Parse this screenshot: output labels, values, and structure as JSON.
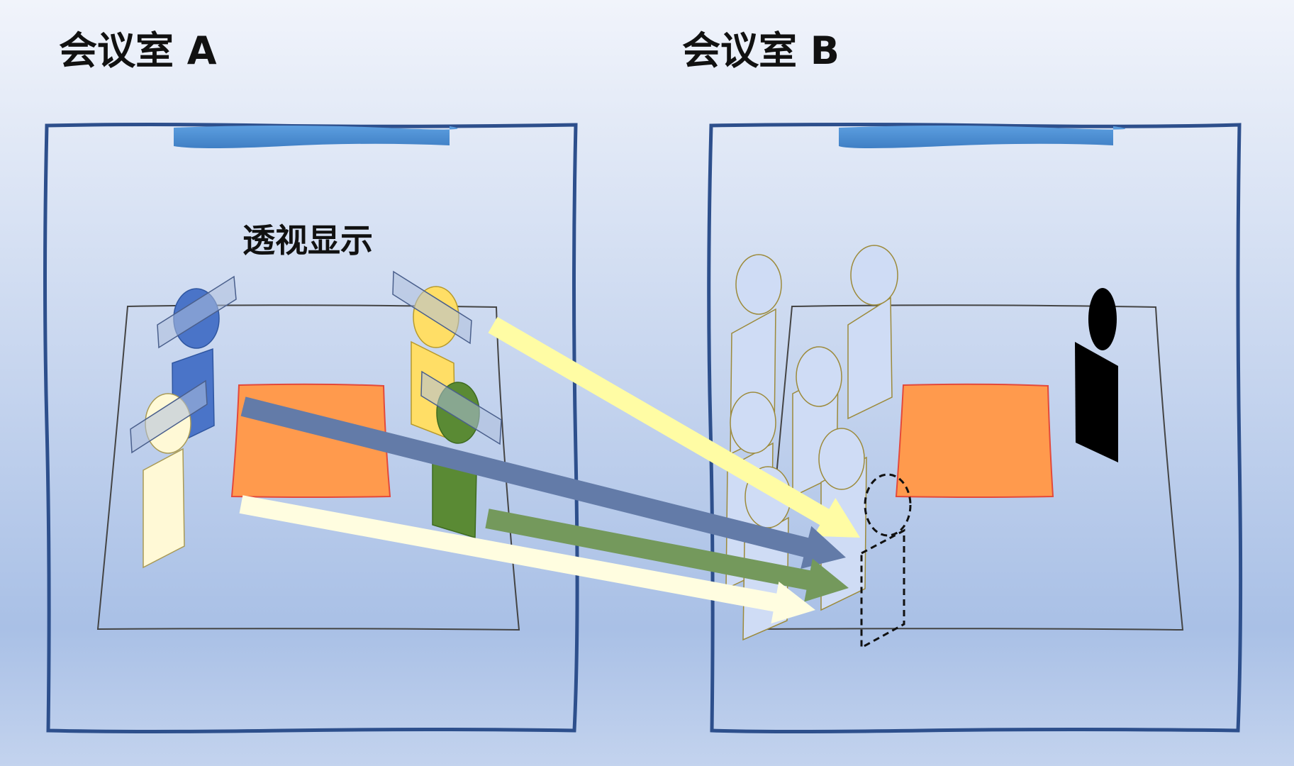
{
  "rooms": {
    "a": {
      "title": "会议室 A"
    },
    "b": {
      "title": "会议室 B"
    }
  },
  "overlay_label": "透视显示",
  "colors": {
    "background_top": "#f1f4fb",
    "background_bottom": "#a9c0e6",
    "room_border": "#2d4f8c",
    "screen_bar": "#4f8fd2",
    "table": "#ff9a4d",
    "table_border": "#e3493b",
    "person_blue": "#4a74c8",
    "person_yellow": "#ffde66",
    "person_green": "#5a8a34",
    "person_cream": "#fff9d6",
    "ghost_person": "#cfdcf5",
    "remote_person": "#000000",
    "arrow_yellow": "#fffca4",
    "arrow_blue": "#637ba8",
    "arrow_green": "#74995c",
    "arrow_cream": "#fffde0"
  }
}
